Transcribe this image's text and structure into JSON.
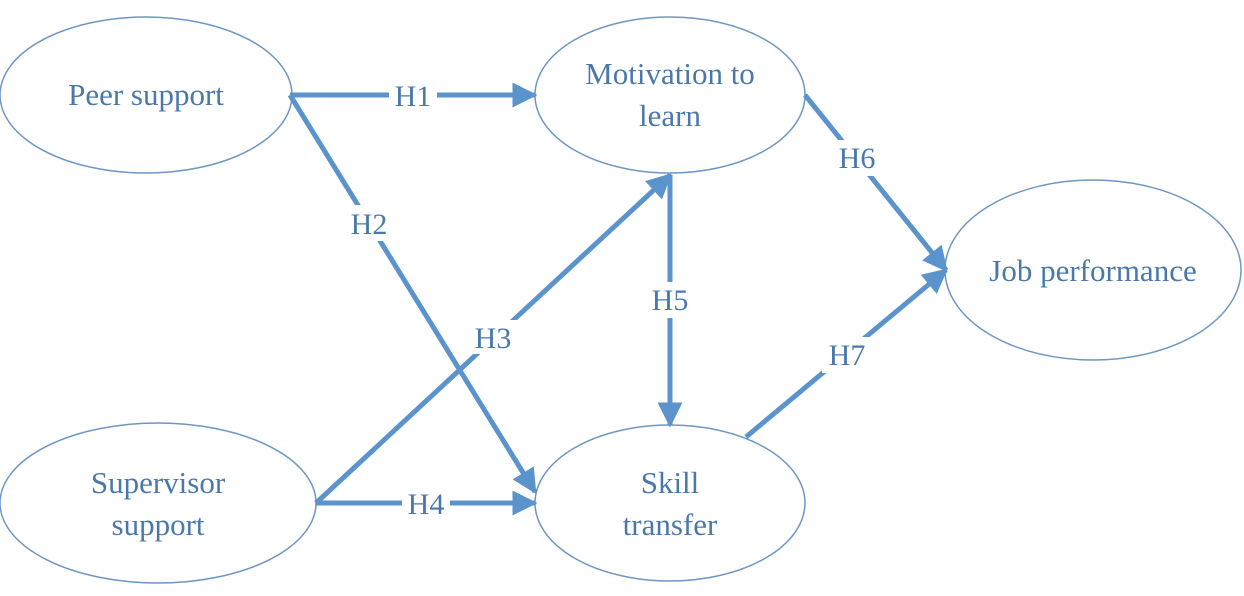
{
  "nodes": {
    "peer": {
      "lines": [
        "Peer support"
      ]
    },
    "motivation": {
      "lines": [
        "Motivation to",
        "learn"
      ]
    },
    "job": {
      "lines": [
        "Job performance"
      ]
    },
    "supervisor": {
      "lines": [
        "Supervisor",
        "support"
      ]
    },
    "skill": {
      "lines": [
        "Skill",
        "transfer"
      ]
    }
  },
  "edges": {
    "h1": {
      "label": "H1",
      "from": "Peer support",
      "to": "Motivation to learn"
    },
    "h2": {
      "label": "H2",
      "from": "Peer support",
      "to": "Skill transfer"
    },
    "h3": {
      "label": "H3",
      "from": "Supervisor support",
      "to": "Motivation to learn"
    },
    "h4": {
      "label": "H4",
      "from": "Supervisor support",
      "to": "Skill transfer"
    },
    "h5": {
      "label": "H5",
      "from": "Motivation to learn",
      "to": "Skill transfer"
    },
    "h6": {
      "label": "H6",
      "from": "Motivation to learn",
      "to": "Job performance"
    },
    "h7": {
      "label": "H7",
      "from": "Skill transfer",
      "to": "Job performance"
    }
  },
  "colors": {
    "arrow": "#5b93cc",
    "text": "#4a78ab",
    "outline": "#6c96c4"
  }
}
